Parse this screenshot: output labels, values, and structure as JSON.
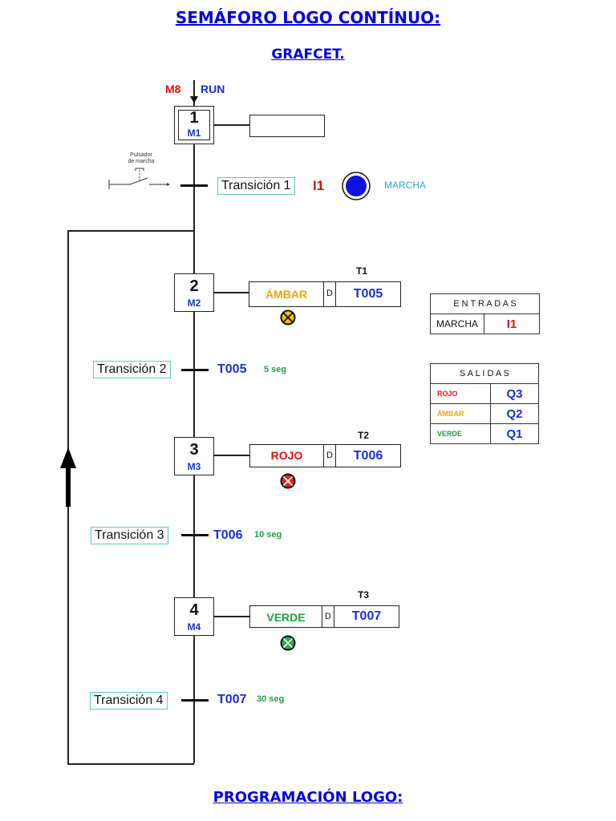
{
  "titles": {
    "main": "SEMÁFORO LOGO CONTÍNUO:",
    "grafcet": "GRAFCET.",
    "programacion": "PROGRAMACIÓN LOGO:"
  },
  "start": {
    "m8": "M8",
    "run": "RUN"
  },
  "steps": [
    {
      "num": "1",
      "mark": "M1"
    },
    {
      "num": "2",
      "mark": "M2",
      "timer_tag": "T1",
      "action": "ÁMBAR",
      "d": "D",
      "timer": "T005"
    },
    {
      "num": "3",
      "mark": "M3",
      "timer_tag": "T2",
      "action": "ROJO",
      "d": "D",
      "timer": "T006"
    },
    {
      "num": "4",
      "mark": "M4",
      "timer_tag": "T3",
      "action": "VERDE",
      "d": "D",
      "timer": "T007"
    }
  ],
  "transitions": [
    {
      "label": "Transición 1",
      "input": "I1",
      "indicator": "MARCHA"
    },
    {
      "label": "Transición 2",
      "timer": "T005",
      "time": "5 seg"
    },
    {
      "label": "Transición 3",
      "timer": "T006",
      "time": "10 seg"
    },
    {
      "label": "Transición 4",
      "timer": "T007",
      "time": "30 seg"
    }
  ],
  "pushbutton": {
    "line1": "Pulsador",
    "line2": "de marcha"
  },
  "entradas": {
    "header": "E N T R A D A S",
    "rows": [
      {
        "name": "MARCHA",
        "addr": "I1"
      }
    ]
  },
  "salidas": {
    "header": "S A L I D A S",
    "rows": [
      {
        "name": "ROJO",
        "addr": "Q3"
      },
      {
        "name": "ÁMBAR",
        "addr": "Q2"
      },
      {
        "name": "VERDE",
        "addr": "Q1"
      }
    ]
  },
  "colors": {
    "title_blue": "#0000e6",
    "ambar": "#f0a800",
    "rojo": "#e01010",
    "verde": "#22a043",
    "marcha_blue": "#1010e0",
    "indicator_text": "#2aa6d6"
  },
  "icons": [
    "pushbutton-switch-icon",
    "marcha-pilot-light-icon",
    "ambar-lamp-icon",
    "rojo-lamp-icon",
    "verde-lamp-icon",
    "loop-arrow-up-icon"
  ]
}
